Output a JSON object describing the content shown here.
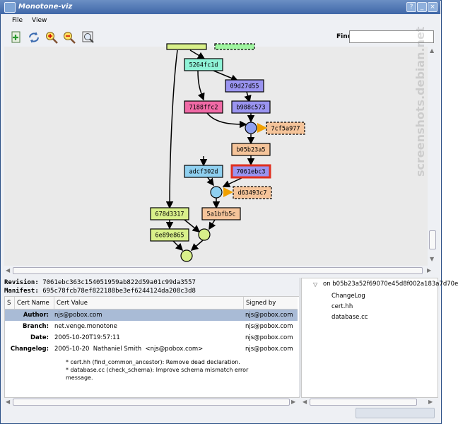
{
  "window": {
    "title": "Monotone-viz"
  },
  "menu": {
    "file": "File",
    "view": "View"
  },
  "find": {
    "label": "Find:",
    "value": ""
  },
  "graph_nodes": [
    {
      "id": "n_top1",
      "label": "",
      "color": "#d9f08a",
      "border": "#000000"
    },
    {
      "id": "n_top2",
      "label": "",
      "color": "#9ff5a0",
      "border": "#000000"
    },
    {
      "id": "5264fc1d",
      "label": "5264fc1d",
      "color": "#8ff3d7",
      "border": "#000000"
    },
    {
      "id": "09d27d55",
      "label": "09d27d55",
      "color": "#9a94f0",
      "border": "#000000"
    },
    {
      "id": "7188ffc2",
      "label": "7188ffc2",
      "color": "#f06aa6",
      "border": "#000000"
    },
    {
      "id": "b988c573",
      "label": "b988c573",
      "color": "#9a94f0",
      "border": "#000000"
    },
    {
      "id": "7cf5a977",
      "label": "7cf5a977",
      "color": "#f5c49a",
      "border": "#000000"
    },
    {
      "id": "b05b23a5",
      "label": "b05b23a5",
      "color": "#f5c49a",
      "border": "#000000"
    },
    {
      "id": "adcf302d",
      "label": "adcf302d",
      "color": "#8fd0f0",
      "border": "#000000"
    },
    {
      "id": "7061ebc3",
      "label": "7061ebc3",
      "color": "#9a94f0",
      "border": "#e03020"
    },
    {
      "id": "d63493c7",
      "label": "d63493c7",
      "color": "#f5c49a",
      "border": "#000000"
    },
    {
      "id": "678d3317",
      "label": "678d3317",
      "color": "#d9f08a",
      "border": "#000000"
    },
    {
      "id": "5a1bfb5c",
      "label": "5a1bfb5c",
      "color": "#f5c49a",
      "border": "#000000"
    },
    {
      "id": "6e89e865",
      "label": "6e89e865",
      "color": "#d9f08a",
      "border": "#000000"
    }
  ],
  "revision": {
    "label": "Revision:",
    "value": "7061ebc363c154051959ab822d59a01c99da3557"
  },
  "manifest": {
    "label": "Manifest:",
    "value": "695c78fcb78ef822188be3ef6244124da208c3d8"
  },
  "table": {
    "headers": [
      "S",
      "Cert Name",
      "Cert Value",
      "Signed by"
    ],
    "rows": [
      {
        "name": "Author:",
        "value": "njs@pobox.com",
        "signed": "njs@pobox.com",
        "selected": true
      },
      {
        "name": "Branch:",
        "value": "net.venge.monotone",
        "signed": "njs@pobox.com",
        "selected": false
      },
      {
        "name": "Date:",
        "value": "2005-10-20T19:57:11",
        "signed": "njs@pobox.com",
        "selected": false
      },
      {
        "name": "Changelog:",
        "value": "2005-10-20  Nathaniel Smith  <njs@pobox.com>",
        "signed": "njs@pobox.com",
        "selected": false
      }
    ],
    "changelog_lines": [
      "* cert.hh (find_common_ancestor): Remove dead declaration.",
      "* database.cc (check_schema): Improve schema mismatch error",
      "message."
    ]
  },
  "files": {
    "header": "on b05b23a52f69070e45d8f002a183a7d70e",
    "items": [
      "ChangeLog",
      "cert.hh",
      "database.cc"
    ]
  },
  "watermark": "screenshots.debian.net",
  "colors": {
    "titlebar": "#4a72b0",
    "graph_bg": "#eaeaea",
    "selection": "#a9bbd6",
    "highlight": "#e03020",
    "edge": "#000000",
    "propagate_edge": "#f0a000"
  }
}
